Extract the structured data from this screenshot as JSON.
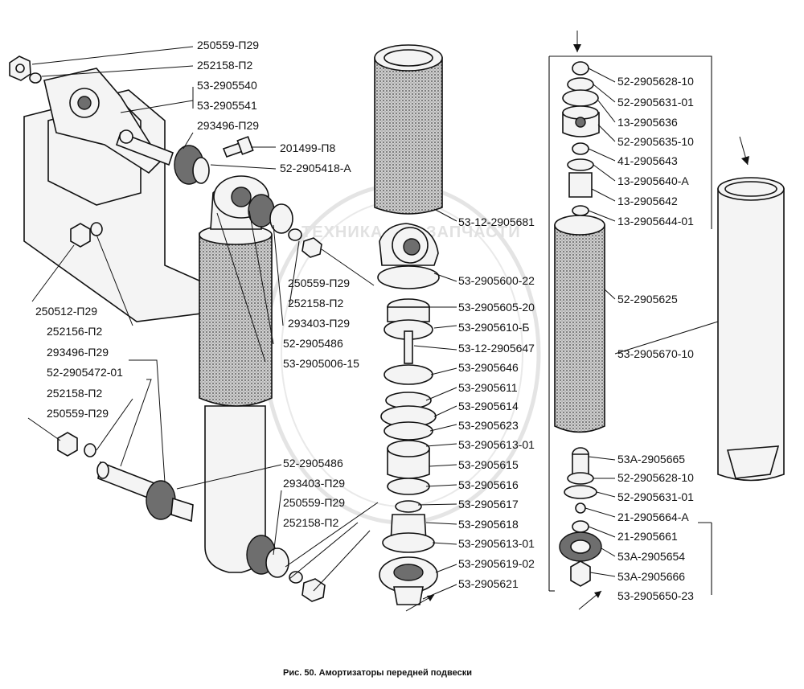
{
  "watermark": {
    "brand": "ТЕХНИКА",
    "sub": "ЗАПЧАСТИ"
  },
  "caption": "Рис. 50. Амортизаторы передней подвески",
  "labels": {
    "a1": "250559-П29",
    "a2": "252158-П2",
    "a3": "53-2905540",
    "a4": "53-2905541",
    "a5": "293496-П29",
    "a6": "201499-П8",
    "a7": "52-2905418-А",
    "b1": "250559-П29",
    "b2": "252158-П2",
    "b3": "293403-П29",
    "b4": "52-2905486",
    "b5": "53-2905006-15",
    "c1": "250512-П29",
    "c2": "252156-П2",
    "c3": "293496-П29",
    "c4": "52-2905472-01",
    "c5": "252158-П2",
    "c6": "250559-П29",
    "d1": "52-2905486",
    "d2": "293403-П29",
    "d3": "250559-П29",
    "d4": "252158-П2",
    "e1": "53-12-2905681",
    "e2": "53-2905600-22",
    "e3": "53-2905605-20",
    "e4": "53-2905610-Б",
    "e5": "53-12-2905647",
    "e6": "53-2905646",
    "e7": "53-2905611",
    "e8": "53-2905614",
    "e9": "53-2905623",
    "e10": "53-2905613-01",
    "e11": "53-2905615",
    "e12": "53-2905616",
    "e13": "53-2905617",
    "e14": "53-2905618",
    "e15": "53-2905613-01",
    "e16": "53-2905619-02",
    "e17": "53-2905621",
    "f1": "52-2905628-10",
    "f2": "52-2905631-01",
    "f3": "13-2905636",
    "f4": "52-2905635-10",
    "f5": "41-2905643",
    "f6": "13-2905640-А",
    "f7": "13-2905642",
    "f8": "13-2905644-01",
    "f9": "52-2905625",
    "f10": "53-2905670-10",
    "g1": "53А-2905665",
    "g2": "52-2905628-10",
    "g3": "52-2905631-01",
    "g4": "21-2905664-А",
    "g5": "21-2905661",
    "g6": "53А-2905654",
    "g7": "53А-2905666",
    "g8": "53-2905650-23"
  }
}
